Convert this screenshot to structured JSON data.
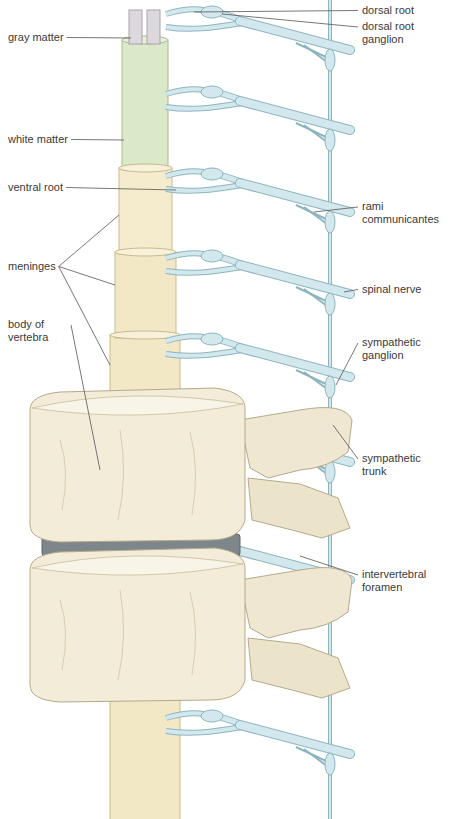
{
  "diagram": {
    "labels": [
      "dorsal root",
      "gray matter",
      "dorsal root ganglion",
      "white matter",
      "ventral root",
      "rami communicantes",
      "meninges",
      "spinal nerve",
      "body of vertebra",
      "sympathetic ganglion",
      "sympathetic trunk",
      "intervertebral foramen"
    ]
  }
}
